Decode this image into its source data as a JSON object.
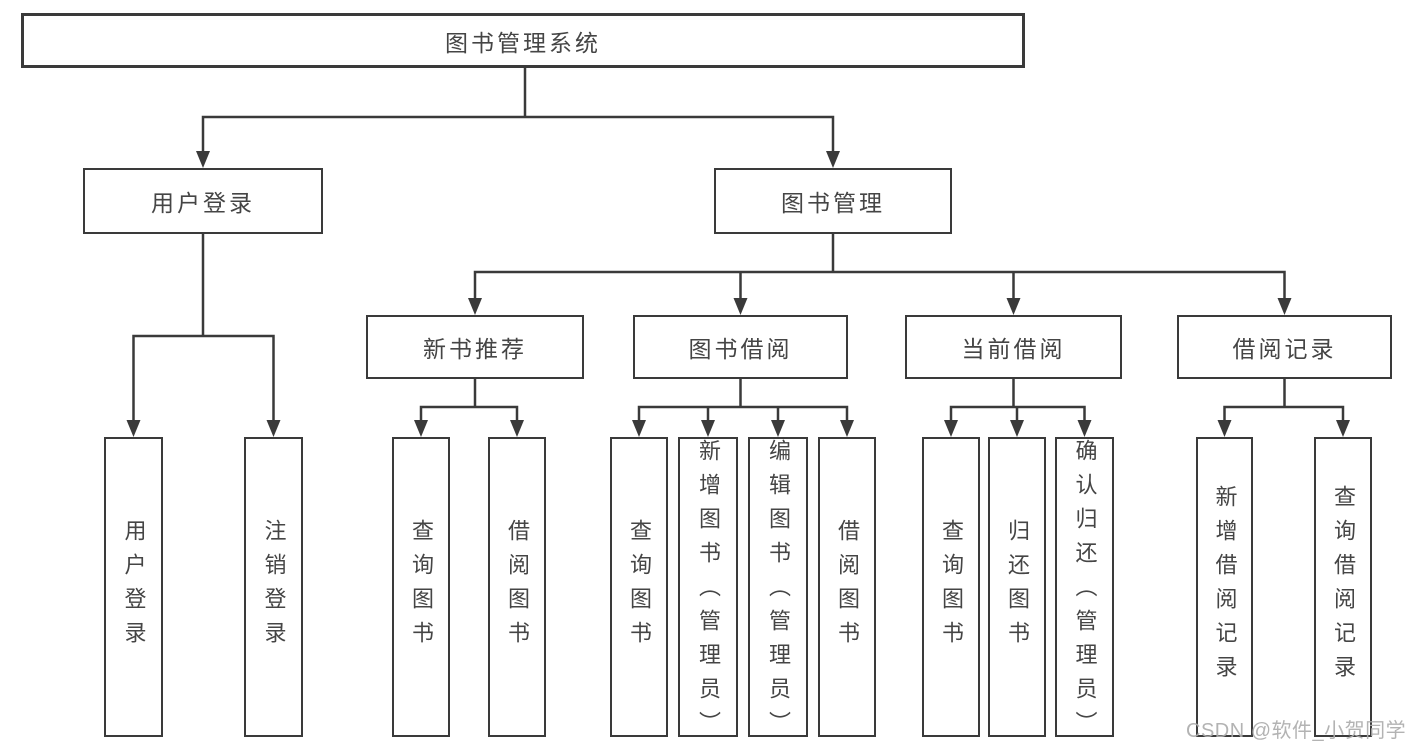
{
  "root": {
    "label": "图书管理系统"
  },
  "level2": [
    {
      "label": "用户登录",
      "children": [
        {
          "label": "用户登录"
        },
        {
          "label": "注销登录"
        }
      ]
    },
    {
      "label": "图书管理",
      "children": [
        {
          "label": "新书推荐",
          "children": [
            {
              "label": "查询图书"
            },
            {
              "label": "借阅图书"
            }
          ]
        },
        {
          "label": "图书借阅",
          "children": [
            {
              "label": "查询图书"
            },
            {
              "label": "新增图书（管理员）"
            },
            {
              "label": "编辑图书（管理员）"
            },
            {
              "label": "借阅图书"
            }
          ]
        },
        {
          "label": "当前借阅",
          "children": [
            {
              "label": "查询图书"
            },
            {
              "label": "归还图书"
            },
            {
              "label": "确认归还（管理员）"
            }
          ]
        },
        {
          "label": "借阅记录",
          "children": [
            {
              "label": "新增借阅记录"
            },
            {
              "label": "查询借阅记录"
            }
          ]
        }
      ]
    }
  ],
  "watermark": {
    "text": "CSDN @软件_小贺同学"
  },
  "colors": {
    "line": "#3a3a3a",
    "text": "#454545",
    "box_background": "#ffffff",
    "watermark": "#acacac",
    "background": "#ffffff"
  }
}
